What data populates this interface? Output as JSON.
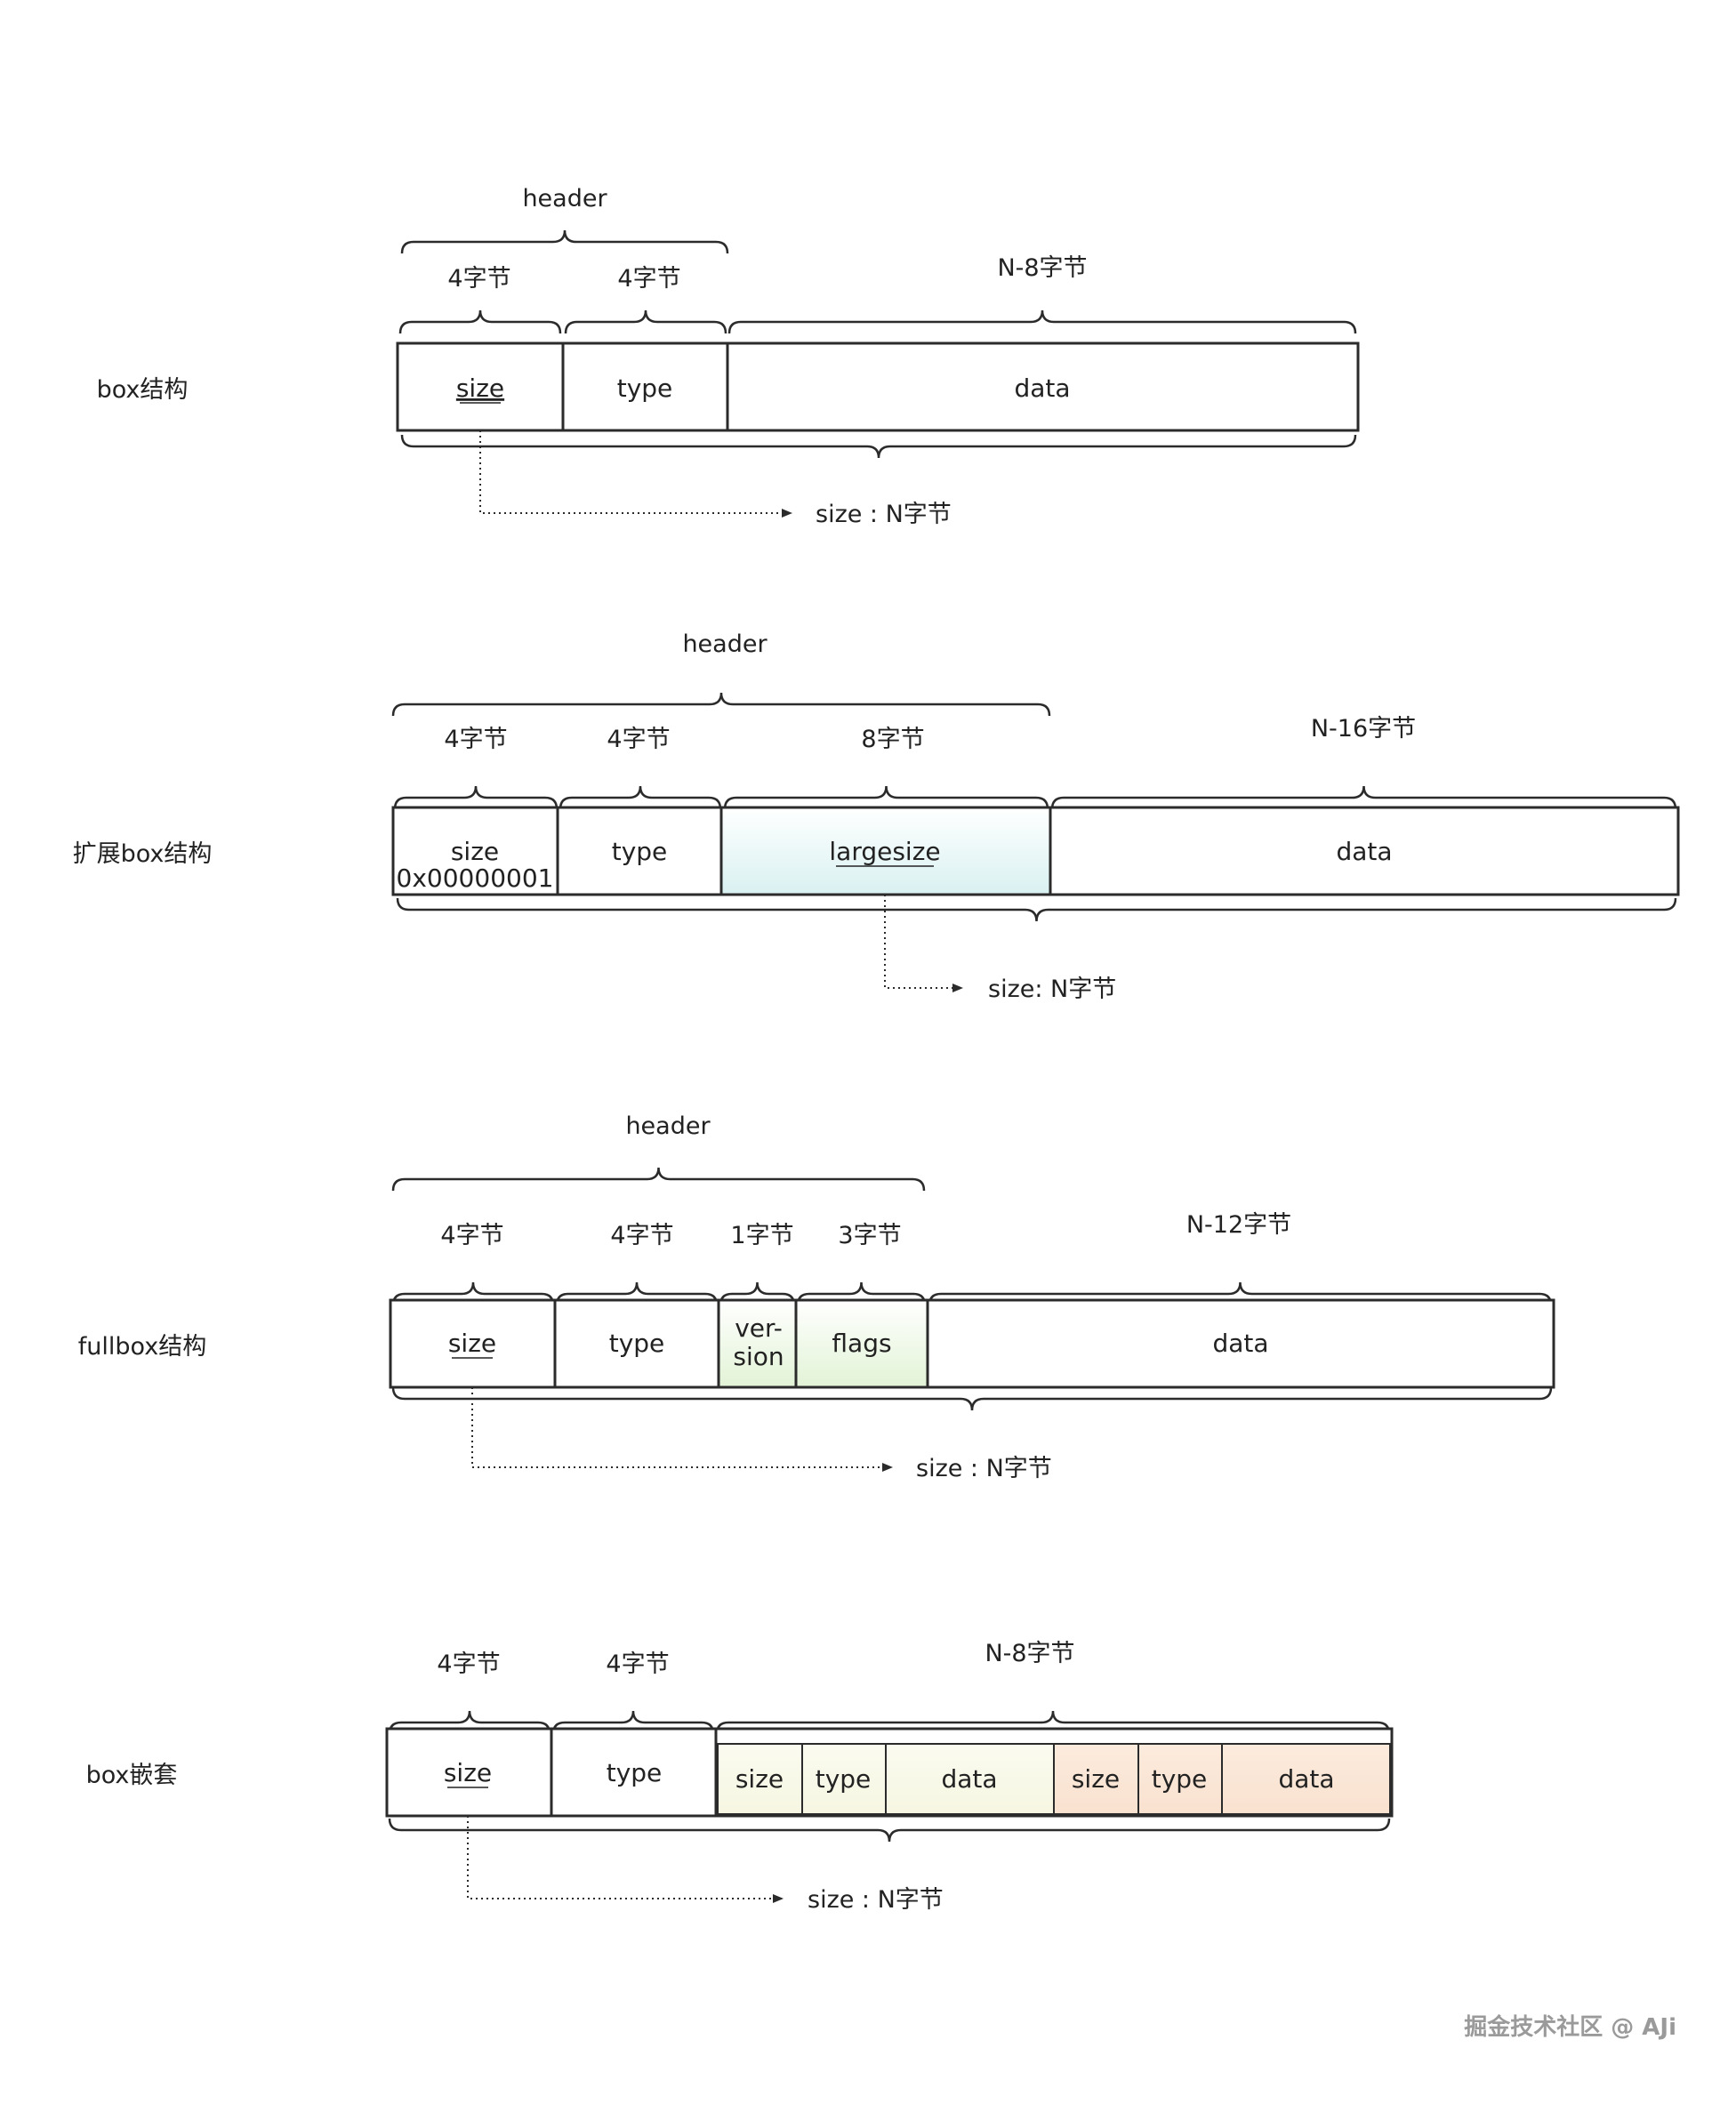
{
  "colors": {
    "stroke": "#2b2b2b",
    "largesize_fill": "#e3f5f5",
    "version_flags_fill": "#e9f6e1",
    "nested_first_fill": "#f8f8e8",
    "nested_second_fill": "#fbe6d7",
    "watermark": "#9a9a9a"
  },
  "sections": {
    "box": {
      "label": "box结构",
      "header_brace": "header",
      "brace_size": "4字节",
      "brace_type": "4字节",
      "brace_data": "N-8字节",
      "cell_size": "size",
      "cell_type": "type",
      "cell_data": "data",
      "size_note": "size : N字节"
    },
    "extended": {
      "label": "扩展box结构",
      "header_brace": "header",
      "brace_size": "4字节",
      "brace_type": "4字节",
      "brace_largesize": "8字节",
      "brace_data": "N-16字节",
      "cell_size_line1": "size",
      "cell_size_line2": "0x00000001",
      "cell_type": "type",
      "cell_largesize": "largesize",
      "cell_data": "data",
      "size_note": "size: N字节"
    },
    "fullbox": {
      "label": "fullbox结构",
      "header_brace": "header",
      "brace_size": "4字节",
      "brace_type": "4字节",
      "brace_version": "1字节",
      "brace_flags": "3字节",
      "brace_data": "N-12字节",
      "cell_size": "size",
      "cell_type": "type",
      "cell_version_line1": "ver-",
      "cell_version_line2": "sion",
      "cell_flags": "flags",
      "cell_data": "data",
      "size_note": "size : N字节"
    },
    "nested": {
      "label": "box嵌套",
      "brace_size": "4字节",
      "brace_type": "4字节",
      "brace_data": "N-8字节",
      "cell_size": "size",
      "cell_type": "type",
      "inner1_size": "size",
      "inner1_type": "type",
      "inner1_data": "data",
      "inner2_size": "size",
      "inner2_type": "type",
      "inner2_data": "data",
      "size_note": "size : N字节"
    }
  },
  "watermark": "掘金技术社区 @ AJi"
}
